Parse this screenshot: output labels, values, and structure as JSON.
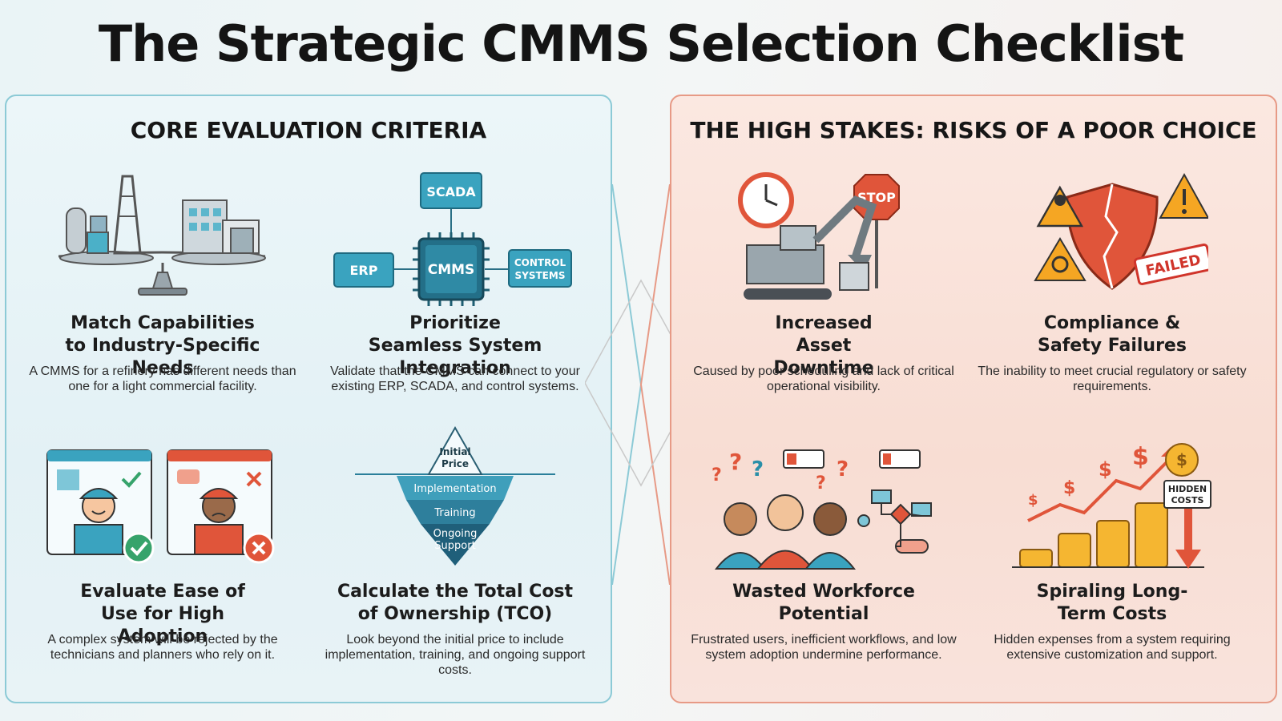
{
  "title": "The Strategic CMMS Selection Checklist",
  "left_panel": {
    "heading": "CORE EVALUATION CRITERIA",
    "cards": [
      {
        "title": "Match Capabilities to Industry-Specific Needs",
        "desc": "A CMMS for a refinery has different needs than one for a light commercial facility."
      },
      {
        "title": "Prioritize Seamless System Integration",
        "desc": "Validate that the CMMS can connect to your existing ERP, SCADA, and control systems.",
        "labels": {
          "center": "CMMS",
          "top": "SCADA",
          "left": "ERP",
          "right_1": "CONTROL",
          "right_2": "SYSTEMS"
        }
      },
      {
        "title": "Evaluate Ease of Use for High Adoption",
        "desc": "A complex system will be rejected by the technicians and planners who rely on it."
      },
      {
        "title": "Calculate the Total Cost of Ownership (TCO)",
        "desc": "Look beyond the initial price to include implementation, training, and ongoing support costs.",
        "labels": {
          "tip_1": "Initial",
          "tip_2": "Price",
          "layer_1": "Implementation",
          "layer_2": "Training",
          "layer_3a": "Ongoing",
          "layer_3b": "Support"
        }
      }
    ]
  },
  "right_panel": {
    "heading": "THE HIGH STAKES: RISKS OF A POOR CHOICE",
    "cards": [
      {
        "title": "Increased Asset Downtime",
        "desc": "Caused by poor scheduling and lack of critical operational visibility.",
        "labels": {
          "sign": "STOP"
        }
      },
      {
        "title": "Compliance & Safety Failures",
        "desc": "The inability to meet crucial regulatory or safety requirements.",
        "labels": {
          "stamp": "FAILED"
        }
      },
      {
        "title": "Wasted Workforce Potential",
        "desc": "Frustrated users, inefficient workflows, and low system adoption undermine performance."
      },
      {
        "title": "Spiraling Long-Term Costs",
        "desc": "Hidden expenses from a system requiring extensive customization and support.",
        "labels": {
          "sign_1": "HIDDEN",
          "sign_2": "COSTS"
        }
      }
    ]
  },
  "colors": {
    "teal": "#2a8fa8",
    "coral": "#e0553a",
    "teal_border": "#8ccad6",
    "coral_border": "#e79a86"
  }
}
